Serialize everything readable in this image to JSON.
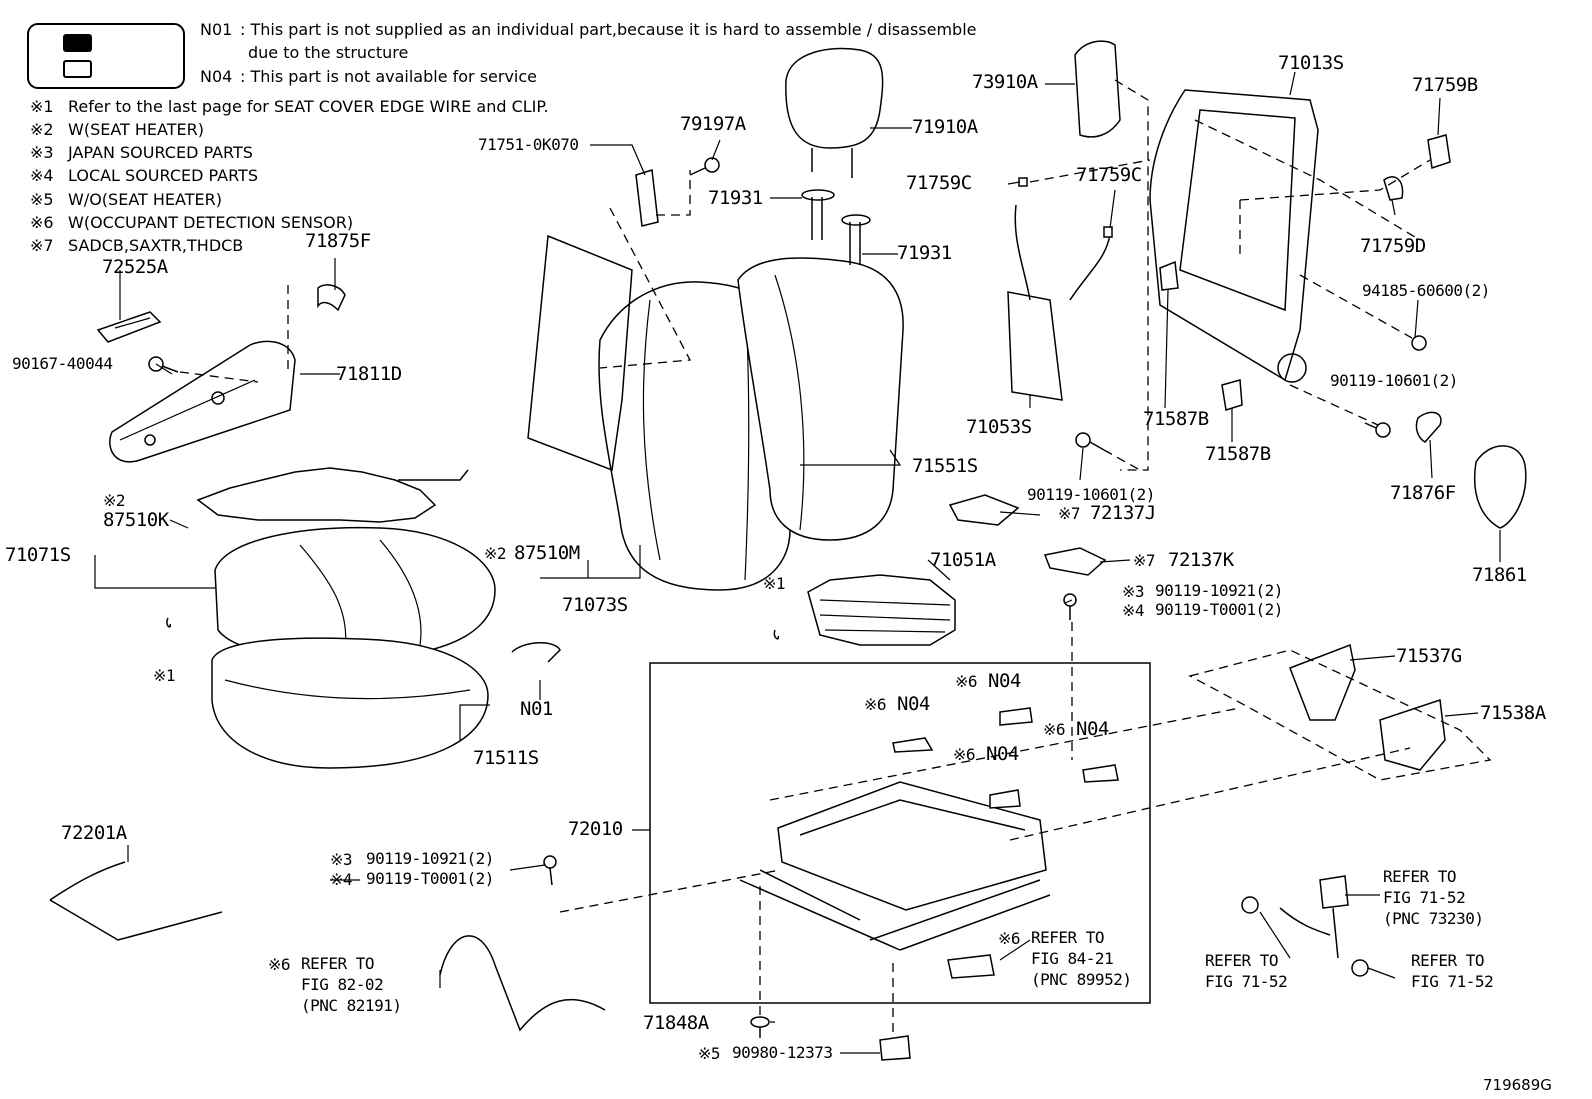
{
  "notes": {
    "n01_key": "N01",
    "n01_text_1": ": This part is not supplied as an individual part,because it is hard to assemble / disassemble",
    "n01_text_2": "due to the structure",
    "n04_key": "N04",
    "n04_text": ": This part is not available for service"
  },
  "footnotes": [
    {
      "mark": "※1",
      "text": "Refer to the last page for SEAT COVER EDGE WIRE and CLIP."
    },
    {
      "mark": "※2",
      "text": "W(SEAT HEATER)"
    },
    {
      "mark": "※3",
      "text": "JAPAN SOURCED PARTS"
    },
    {
      "mark": "※4",
      "text": "LOCAL SOURCED PARTS"
    },
    {
      "mark": "※5",
      "text": "W/O(SEAT HEATER)"
    },
    {
      "mark": "※6",
      "text": "W(OCCUPANT DETECTION SENSOR)"
    },
    {
      "mark": "※7",
      "text": "SADCB,SAXTR,THDCB"
    }
  ],
  "parts": {
    "p71875F": "71875F",
    "p72525A": "72525A",
    "p90167_40044": "90167-40044",
    "p71811D": "71811D",
    "p71751_0K070": "71751-0K070",
    "p79197A": "79197A",
    "p71910A": "71910A",
    "p71931_a": "71931",
    "p71931_b": "71931",
    "p73910A": "73910A",
    "p71013S": "71013S",
    "p71759B": "71759B",
    "p71759C_a": "71759C",
    "p71759C_b": "71759C",
    "p71759D": "71759D",
    "p94185": "94185-60600(2)",
    "p90119_10601_a": "90119-10601(2)",
    "p71053S": "71053S",
    "p71587B_a": "71587B",
    "p71587B_b": "71587B",
    "p71551S": "71551S",
    "p90119_10601_b": "90119-10601(2)",
    "p71876F": "71876F",
    "p71861": "71861",
    "p72137J": "72137J",
    "p72137K": "72137K",
    "p87510K": "87510K",
    "p87510K_mark": "※2",
    "p71071S": "71071S",
    "p87510M": "87510M",
    "p87510M_mark": "※2",
    "p71073S": "71073S",
    "p71051A": "71051A",
    "p90119_10921_a": "90119-10921(2)",
    "p90119_T0001_a": "90119-T0001(2)",
    "mark3": "※3",
    "mark4": "※4",
    "mark7": "※7",
    "mark1": "※1",
    "p71537G": "71537G",
    "p71538A": "71538A",
    "pN01": "N01",
    "p71511S": "71511S",
    "pN04": "N04",
    "mark6": "※6",
    "p72010": "72010",
    "p72201A": "72201A",
    "p90119_10921_b": "90119-10921(2)",
    "p90119_T0001_b": "90119-T0001(2)",
    "refer_to": "REFER TO",
    "fig_82_02": "FIG 82-02",
    "pnc_82191": "(PNC 82191)",
    "fig_84_21": "FIG 84-21",
    "pnc_89952": "(PNC 89952)",
    "fig_71_52": "FIG 71-52",
    "pnc_73230": "(PNC 73230)",
    "p71848A": "71848A",
    "p90980_12373": "90980-12373",
    "mark5": "※5",
    "fig_id": "719689G"
  }
}
